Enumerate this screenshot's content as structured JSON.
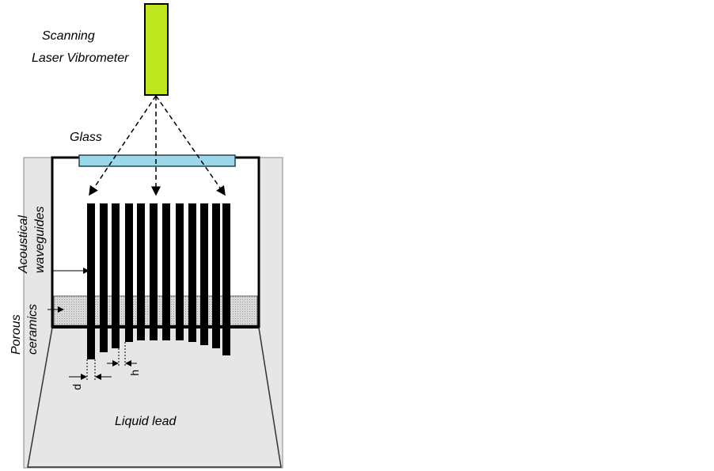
{
  "labels": {
    "laser_line1": "Scanning",
    "laser_line2": "Laser Vibrometer",
    "glass": "Glass",
    "waveguides_line1": "Acoustical",
    "waveguides_line2": "waveguides",
    "ceramics_line1": "Porous",
    "ceramics_line2": "ceramics",
    "liquid": "Liquid lead",
    "d": "d",
    "h": "h"
  },
  "colors": {
    "laser": "#bfe51e",
    "glass": "#9cd8ea",
    "background": "#e6e6e6",
    "ceramics": "#c8c8c8"
  },
  "waveguide_count": 12
}
